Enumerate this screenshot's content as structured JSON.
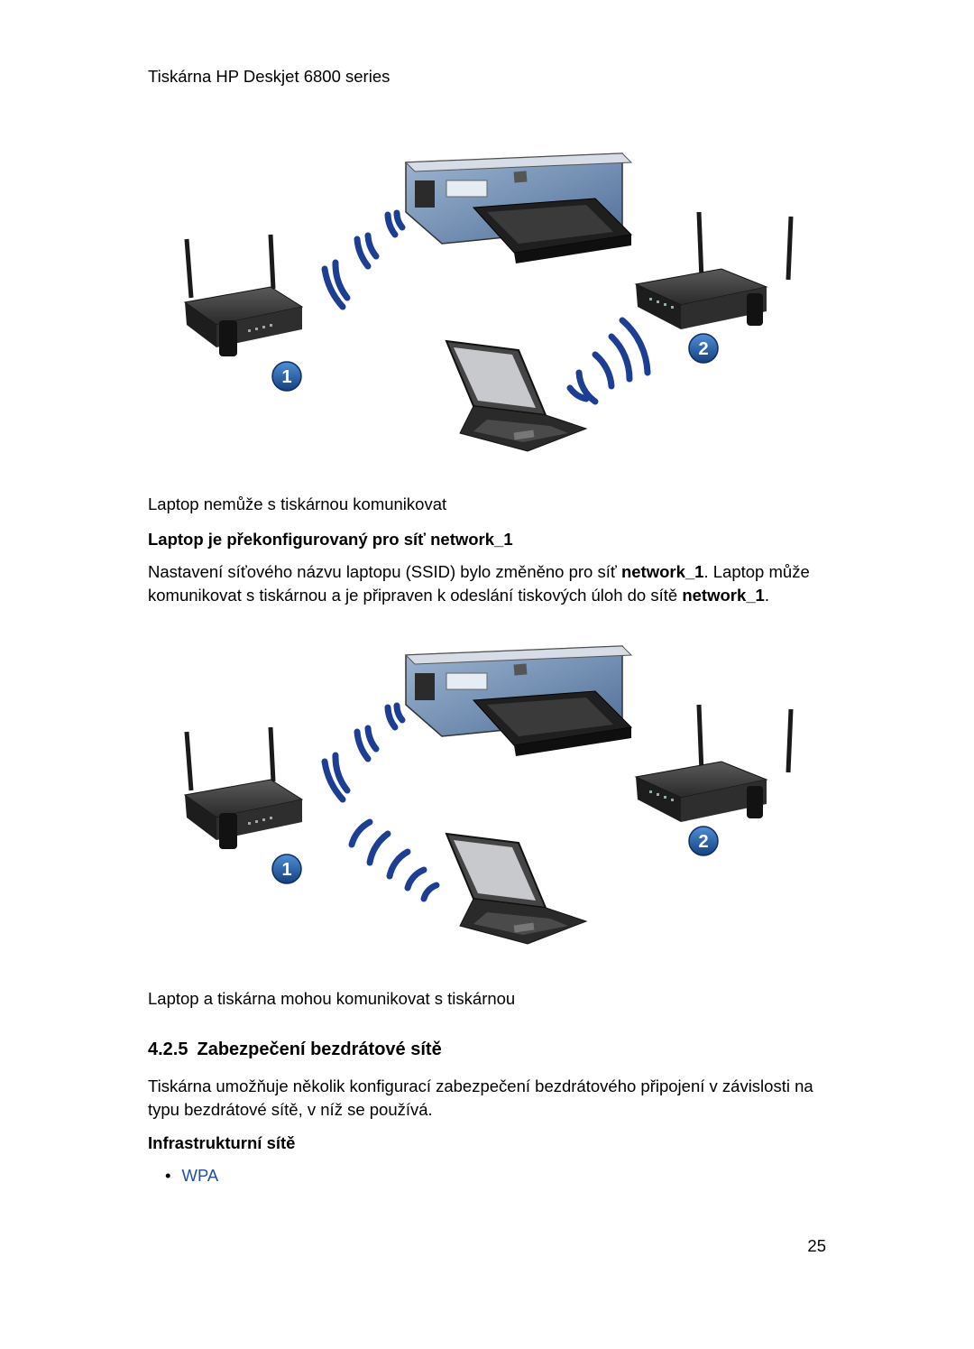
{
  "header": "Tiskárna HP Deskjet 6800 series",
  "figure1": {
    "caption": "Laptop nemůže s tiskárnou komunikovat",
    "badges": [
      "1",
      "2"
    ]
  },
  "subheading1": "Laptop je překonfigurovaný pro síť network_1",
  "paragraph1": {
    "part1": "Nastavení síťového názvu laptopu (SSID) bylo změněno pro síť ",
    "bold1": "network_1",
    "part2": ". Laptop může komunikovat s tiskárnou a je připraven k odeslání tiskových úloh do sítě ",
    "bold2": "network_1",
    "part3": "."
  },
  "figure2": {
    "caption": "Laptop a tiskárna mohou komunikovat s tiskárnou",
    "badges": [
      "1",
      "2"
    ]
  },
  "section": {
    "number": "4.2.5",
    "title": "Zabezpečení bezdrátové sítě"
  },
  "paragraph2": "Tiskárna umožňuje několik konfigurací zabezpečení bezdrátového připojení v závislosti na typu bezdrátové sítě, v níž se používá.",
  "subheading2": "Infrastrukturní sítě",
  "bullets": [
    {
      "marker": "•",
      "label": "WPA"
    }
  ],
  "page_number": "25",
  "colors": {
    "link": "#1f4fa8",
    "badge": "#1f5fa8",
    "wave": "#1c3f94"
  }
}
